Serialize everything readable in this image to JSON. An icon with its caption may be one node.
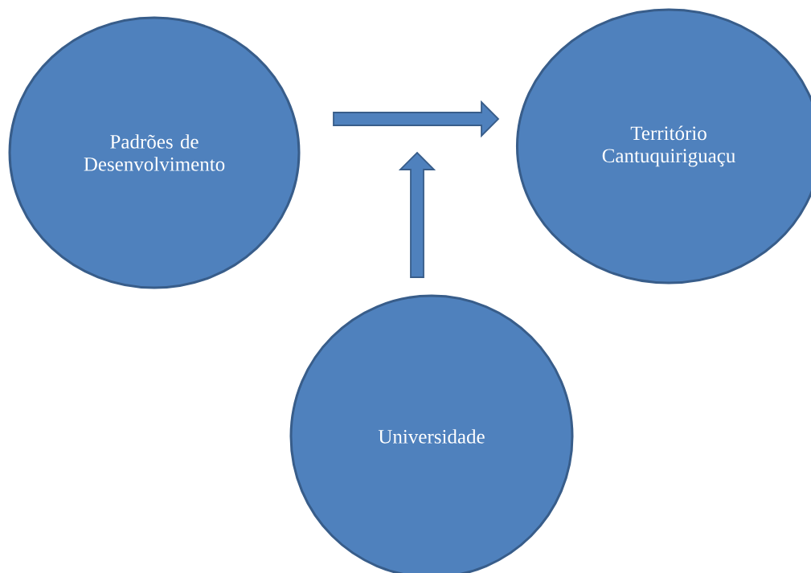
{
  "diagram": {
    "nodes": [
      {
        "text": [
          "Padrões de Desenvolvimento"
        ]
      },
      {
        "text": [
          "Território Cantuquiriguaçu"
        ]
      },
      {
        "text": [
          "Universidade"
        ]
      }
    ],
    "edges": [
      {
        "from": 0,
        "to": 1,
        "arrow": "to"
      },
      {
        "from": 2,
        "to": null,
        "arrow": "to"
      }
    ]
  }
}
